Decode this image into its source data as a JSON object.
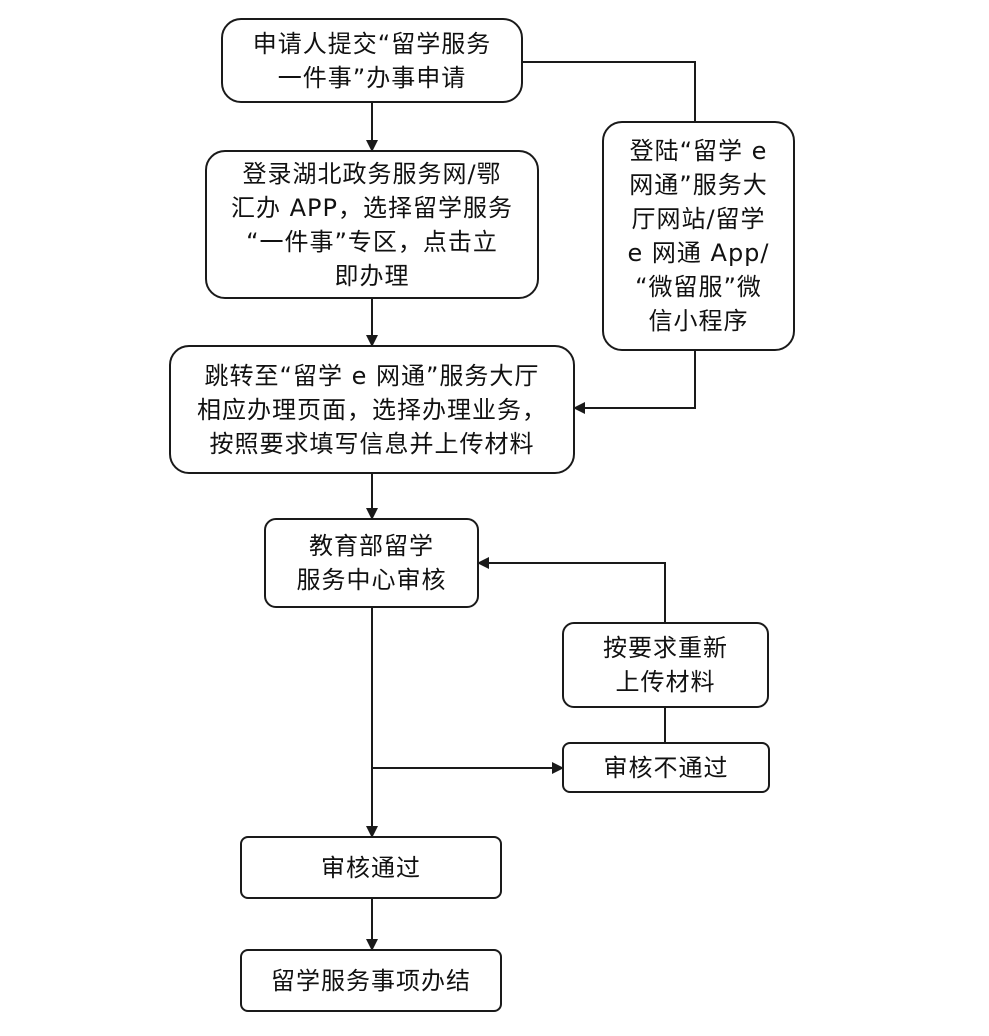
{
  "nodes": {
    "submit": {
      "lines": [
        "申请人提交“留学服务",
        "一件事”办事申请"
      ]
    },
    "login_hubei": {
      "lines": [
        "登录湖北政务服务网/鄂",
        "汇办 APP，选择留学服务",
        "“一件事”专区，点击立",
        "即办理"
      ]
    },
    "login_lxew": {
      "lines": [
        "登陆“留学 e",
        "网通”服务大",
        "厅网站/留学",
        "e 网通 App/",
        "“微留服”微",
        "信小程序"
      ]
    },
    "redirect": {
      "lines": [
        "跳转至“留学 e 网通”服务大厅",
        "相应办理页面，选择办理业务，",
        "按照要求填写信息并上传材料"
      ]
    },
    "review": {
      "lines": [
        "教育部留学",
        "服务中心审核"
      ]
    },
    "reupload": {
      "lines": [
        "按要求重新",
        "上传材料"
      ]
    },
    "rejected": {
      "lines": [
        "审核不通过"
      ]
    },
    "approved": {
      "lines": [
        "审核通过"
      ]
    },
    "done": {
      "lines": [
        "留学服务事项办结"
      ]
    }
  }
}
